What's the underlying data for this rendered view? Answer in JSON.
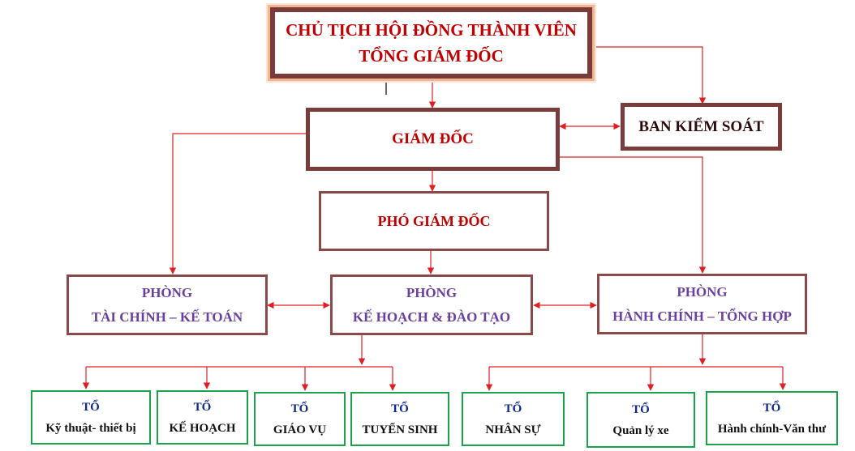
{
  "chairman": {
    "line1": "CHỦ TỊCH HỘI ĐỒNG THÀNH VIÊN",
    "line2": "TỔNG GIÁM ĐỐC"
  },
  "director": {
    "label": "GIÁM ĐỐC"
  },
  "supervisory": {
    "label": "BAN KIỂM SOÁT"
  },
  "deputy": {
    "label": "PHÓ GIÁM ĐỐC"
  },
  "departments": [
    {
      "line1": "PHÒNG",
      "line2": "TÀI CHÍNH – KẾ TOÁN"
    },
    {
      "line1": "PHÒNG",
      "line2": "KẾ HOẠCH & ĐÀO TẠO"
    },
    {
      "line1": "PHÒNG",
      "line2": "HÀNH CHÍNH – TỔNG HỢP"
    }
  ],
  "teams": [
    {
      "line1": "TỔ",
      "line2": "Kỹ thuật- thiết bị"
    },
    {
      "line1": "TỔ",
      "line2": "KẾ HOẠCH"
    },
    {
      "line1": "TỔ",
      "line2": "GIÁO VỤ"
    },
    {
      "line1": "TỔ",
      "line2": "TUYỂN SINH"
    },
    {
      "line1": "TỔ",
      "line2": "NHÂN SỰ"
    },
    {
      "line1": "TỔ",
      "line2": "Quản lý xe"
    },
    {
      "line1": "TỔ",
      "line2": "Hành chính-Văn thư"
    }
  ],
  "colors": {
    "connector": "#e02020",
    "maroon_border": "#7a3b3b",
    "team_border": "#1aa34a",
    "title_red": "#c00000",
    "dept_purple": "#6a3fa0"
  }
}
